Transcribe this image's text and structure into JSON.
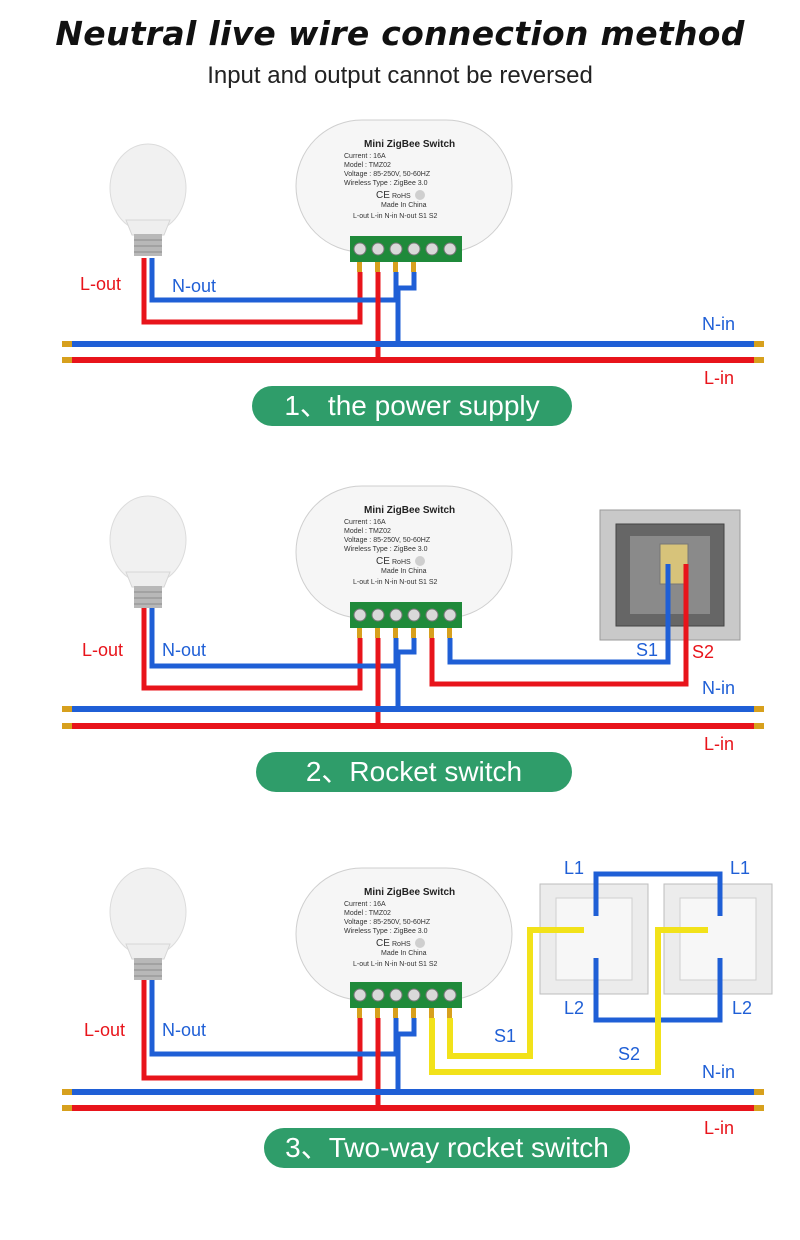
{
  "header": {
    "title": "Neutral live wire connection method",
    "subtitle": "Input and output cannot be reversed"
  },
  "device": {
    "name": "Mini ZigBee Switch",
    "current": "Current : 16A",
    "model": "Model : TMZ02",
    "voltage": "Voltage : 85-250V, 50-60HZ",
    "wireless": "Wireless Type : ZigBee 3.0",
    "ce": "CE",
    "rohs": "RoHS",
    "made_in": "Made In China",
    "terminals": "L-out  L-in  N-in  N-out  S1    S2"
  },
  "wire_labels": {
    "l_out": "L-out",
    "n_out": "N-out",
    "n_in": "N-in",
    "l_in": "L-in",
    "s1": "S1",
    "s2": "S2",
    "l1": "L1",
    "l2": "L2"
  },
  "sections": [
    {
      "caption": "1、the power supply"
    },
    {
      "caption": "2、Rocket switch"
    },
    {
      "caption": "3、Two-way rocket switch"
    }
  ],
  "colors": {
    "live": "#e8141b",
    "neutral": "#1f5fd6",
    "switch_wire": "#f2e21a",
    "caption_bg": "#2f9d6a"
  }
}
